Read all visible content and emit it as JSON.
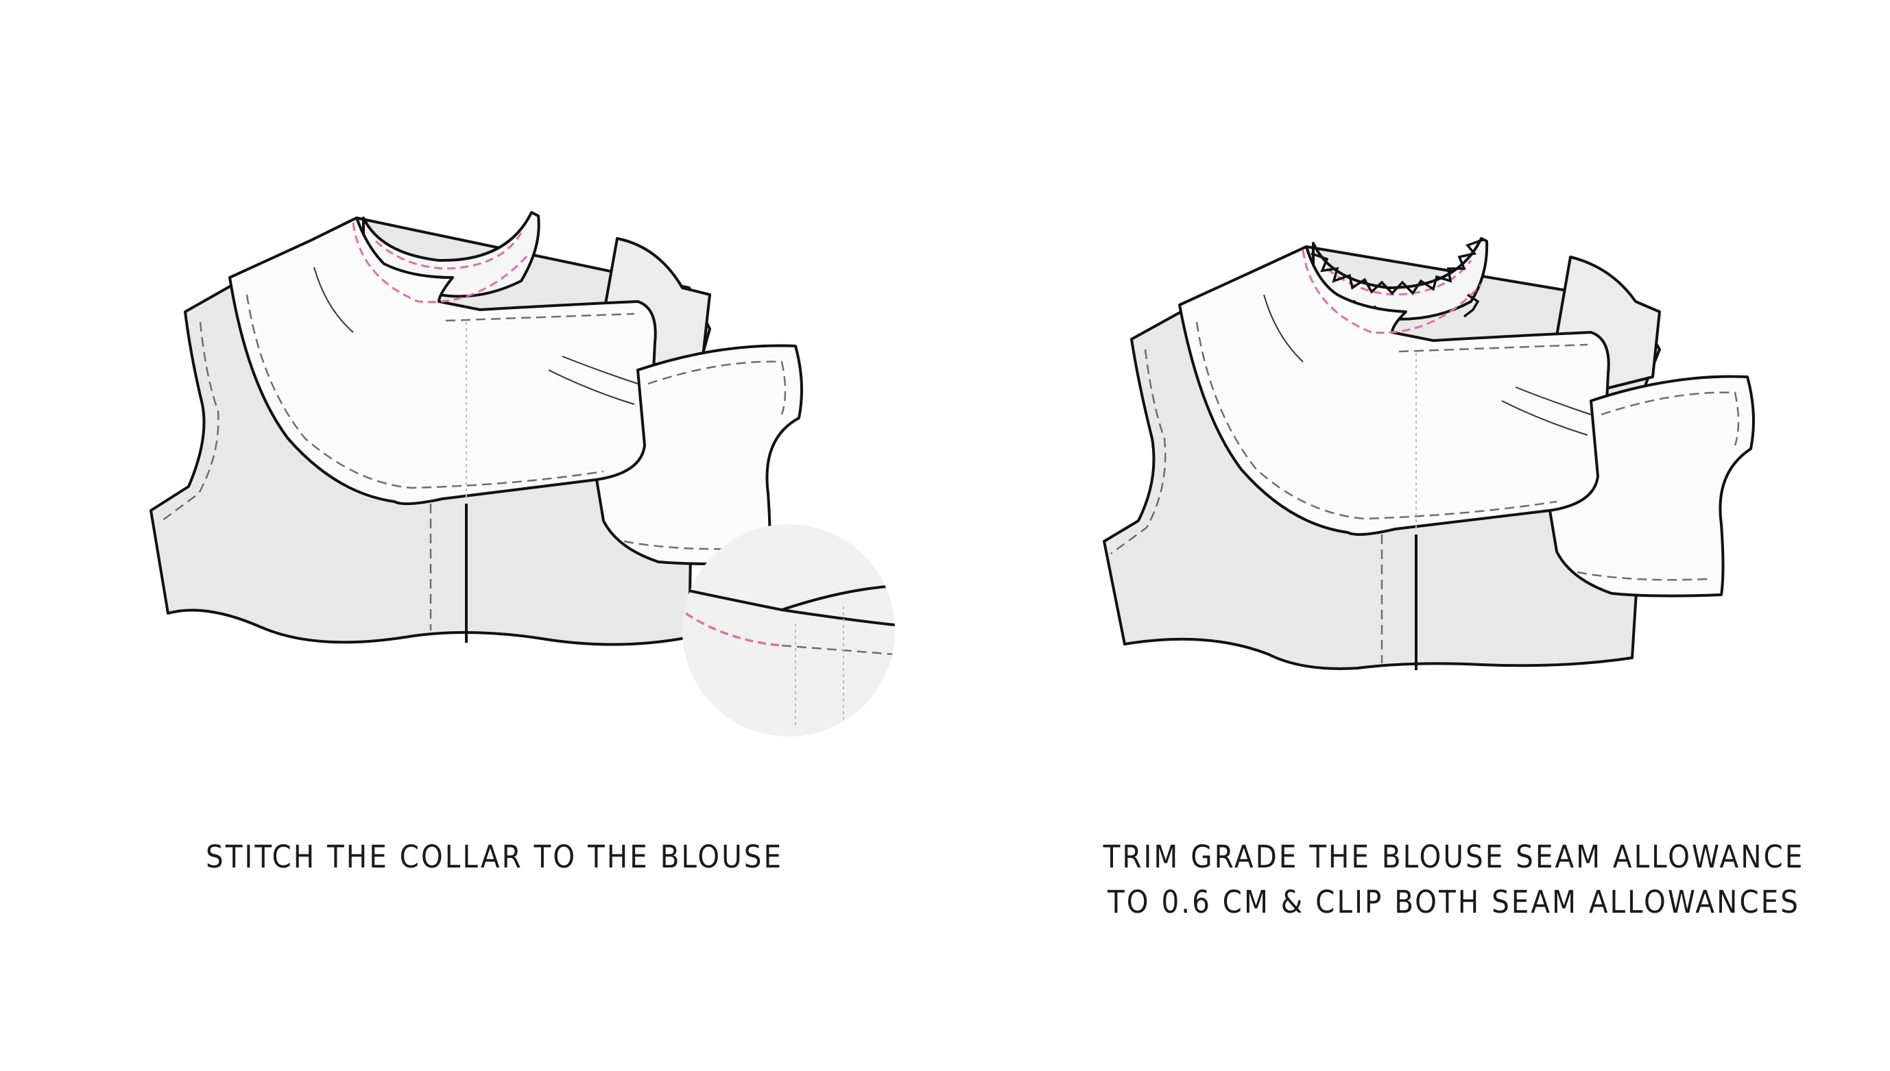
{
  "steps": [
    {
      "caption_lines": [
        "STITCH THE COLLAR TO THE BLOUSE"
      ],
      "illustration": "collar-stitched-to-blouse",
      "has_detail_magnifier": true
    },
    {
      "caption_lines": [
        "TRIM GRADE THE BLOUSE SEAM ALLOWANCE",
        "TO 0.6 CM & CLIP BOTH SEAM ALLOWANCES"
      ],
      "illustration": "seam-allowance-trimmed-and-clipped",
      "has_detail_magnifier": false
    }
  ],
  "colors": {
    "background": "#ffffff",
    "garment_shade": "#e8e8e8",
    "garment_light": "#f7f7f7",
    "outline": "#111111",
    "stitch_line": "#6e6e6e",
    "collar_stitch_pink": "#e06fa6",
    "magnifier_fill": "#f0f0f0"
  }
}
